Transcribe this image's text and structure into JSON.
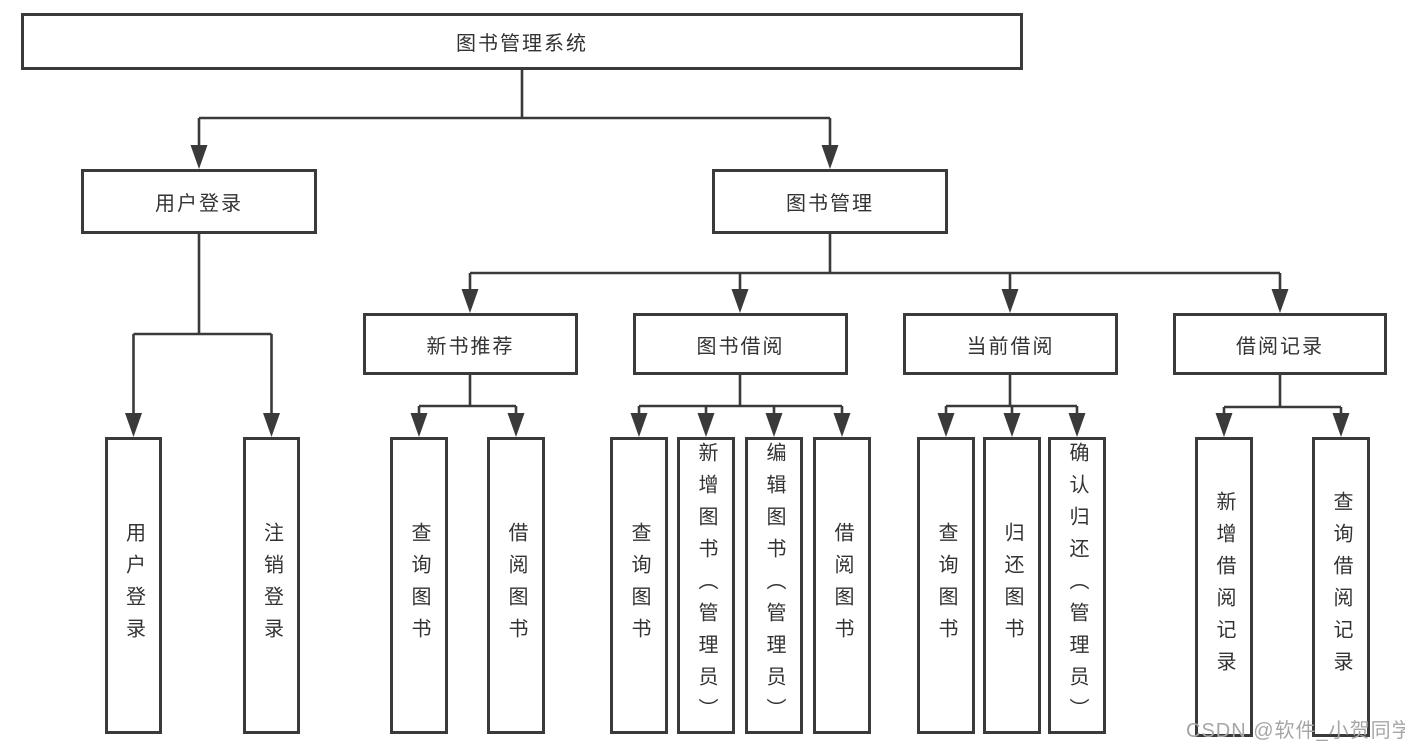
{
  "tree": {
    "root": {
      "label": "图书管理系统"
    },
    "branches": [
      {
        "label": "用户登录",
        "children": [
          {
            "label": "用户登录"
          },
          {
            "label": "注销登录"
          }
        ]
      },
      {
        "label": "图书管理",
        "children": [
          {
            "label": "新书推荐",
            "children": [
              {
                "label": "查询图书"
              },
              {
                "label": "借阅图书"
              }
            ]
          },
          {
            "label": "图书借阅",
            "children": [
              {
                "label": "查询图书"
              },
              {
                "label": "新增图书（管理员）"
              },
              {
                "label": "编辑图书（管理员）"
              },
              {
                "label": "借阅图书"
              }
            ]
          },
          {
            "label": "当前借阅",
            "children": [
              {
                "label": "查询图书"
              },
              {
                "label": "归还图书"
              },
              {
                "label": "确认归还（管理员）"
              }
            ]
          },
          {
            "label": "借阅记录",
            "children": [
              {
                "label": "新增借阅记录"
              },
              {
                "label": "查询借阅记录"
              }
            ]
          }
        ]
      }
    ]
  },
  "watermark": {
    "text": "CSDN @软件_小贺同学"
  },
  "colors": {
    "line": "#3a3a3a",
    "text": "#333333",
    "background": "#ffffff",
    "watermark": "#a6a6a6"
  }
}
